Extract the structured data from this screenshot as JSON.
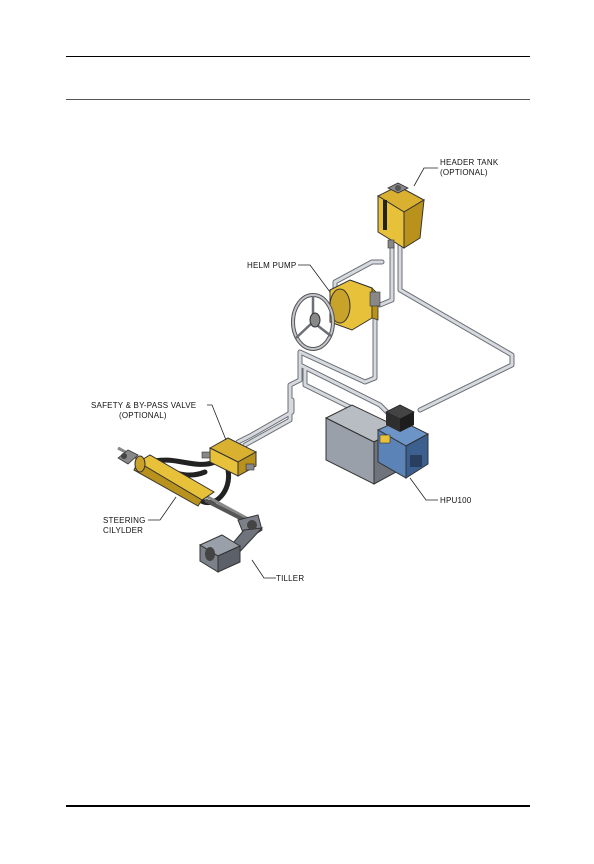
{
  "labels": {
    "header_tank": [
      "HEADER TANK",
      "(OPTIONAL)"
    ],
    "helm_pump": [
      "HELM PUMP"
    ],
    "safety_valve": [
      "SAFETY & BY-PASS VALVE",
      "(OPTIONAL)"
    ],
    "steering_cylinder": [
      "STEERING",
      "CILYLDER"
    ],
    "hpu": [
      "HPU100"
    ],
    "tiller": [
      "TILLER"
    ]
  },
  "colors": {
    "yellow": "#e8c13a",
    "yellow_dark": "#b8921c",
    "blue": "#5b83b8",
    "blue_dark": "#3b5f8f",
    "grey": "#9aa0aa",
    "grey_dark": "#5c6068",
    "pipe": "#c9ccd1",
    "hose": "#2a2a2a"
  }
}
